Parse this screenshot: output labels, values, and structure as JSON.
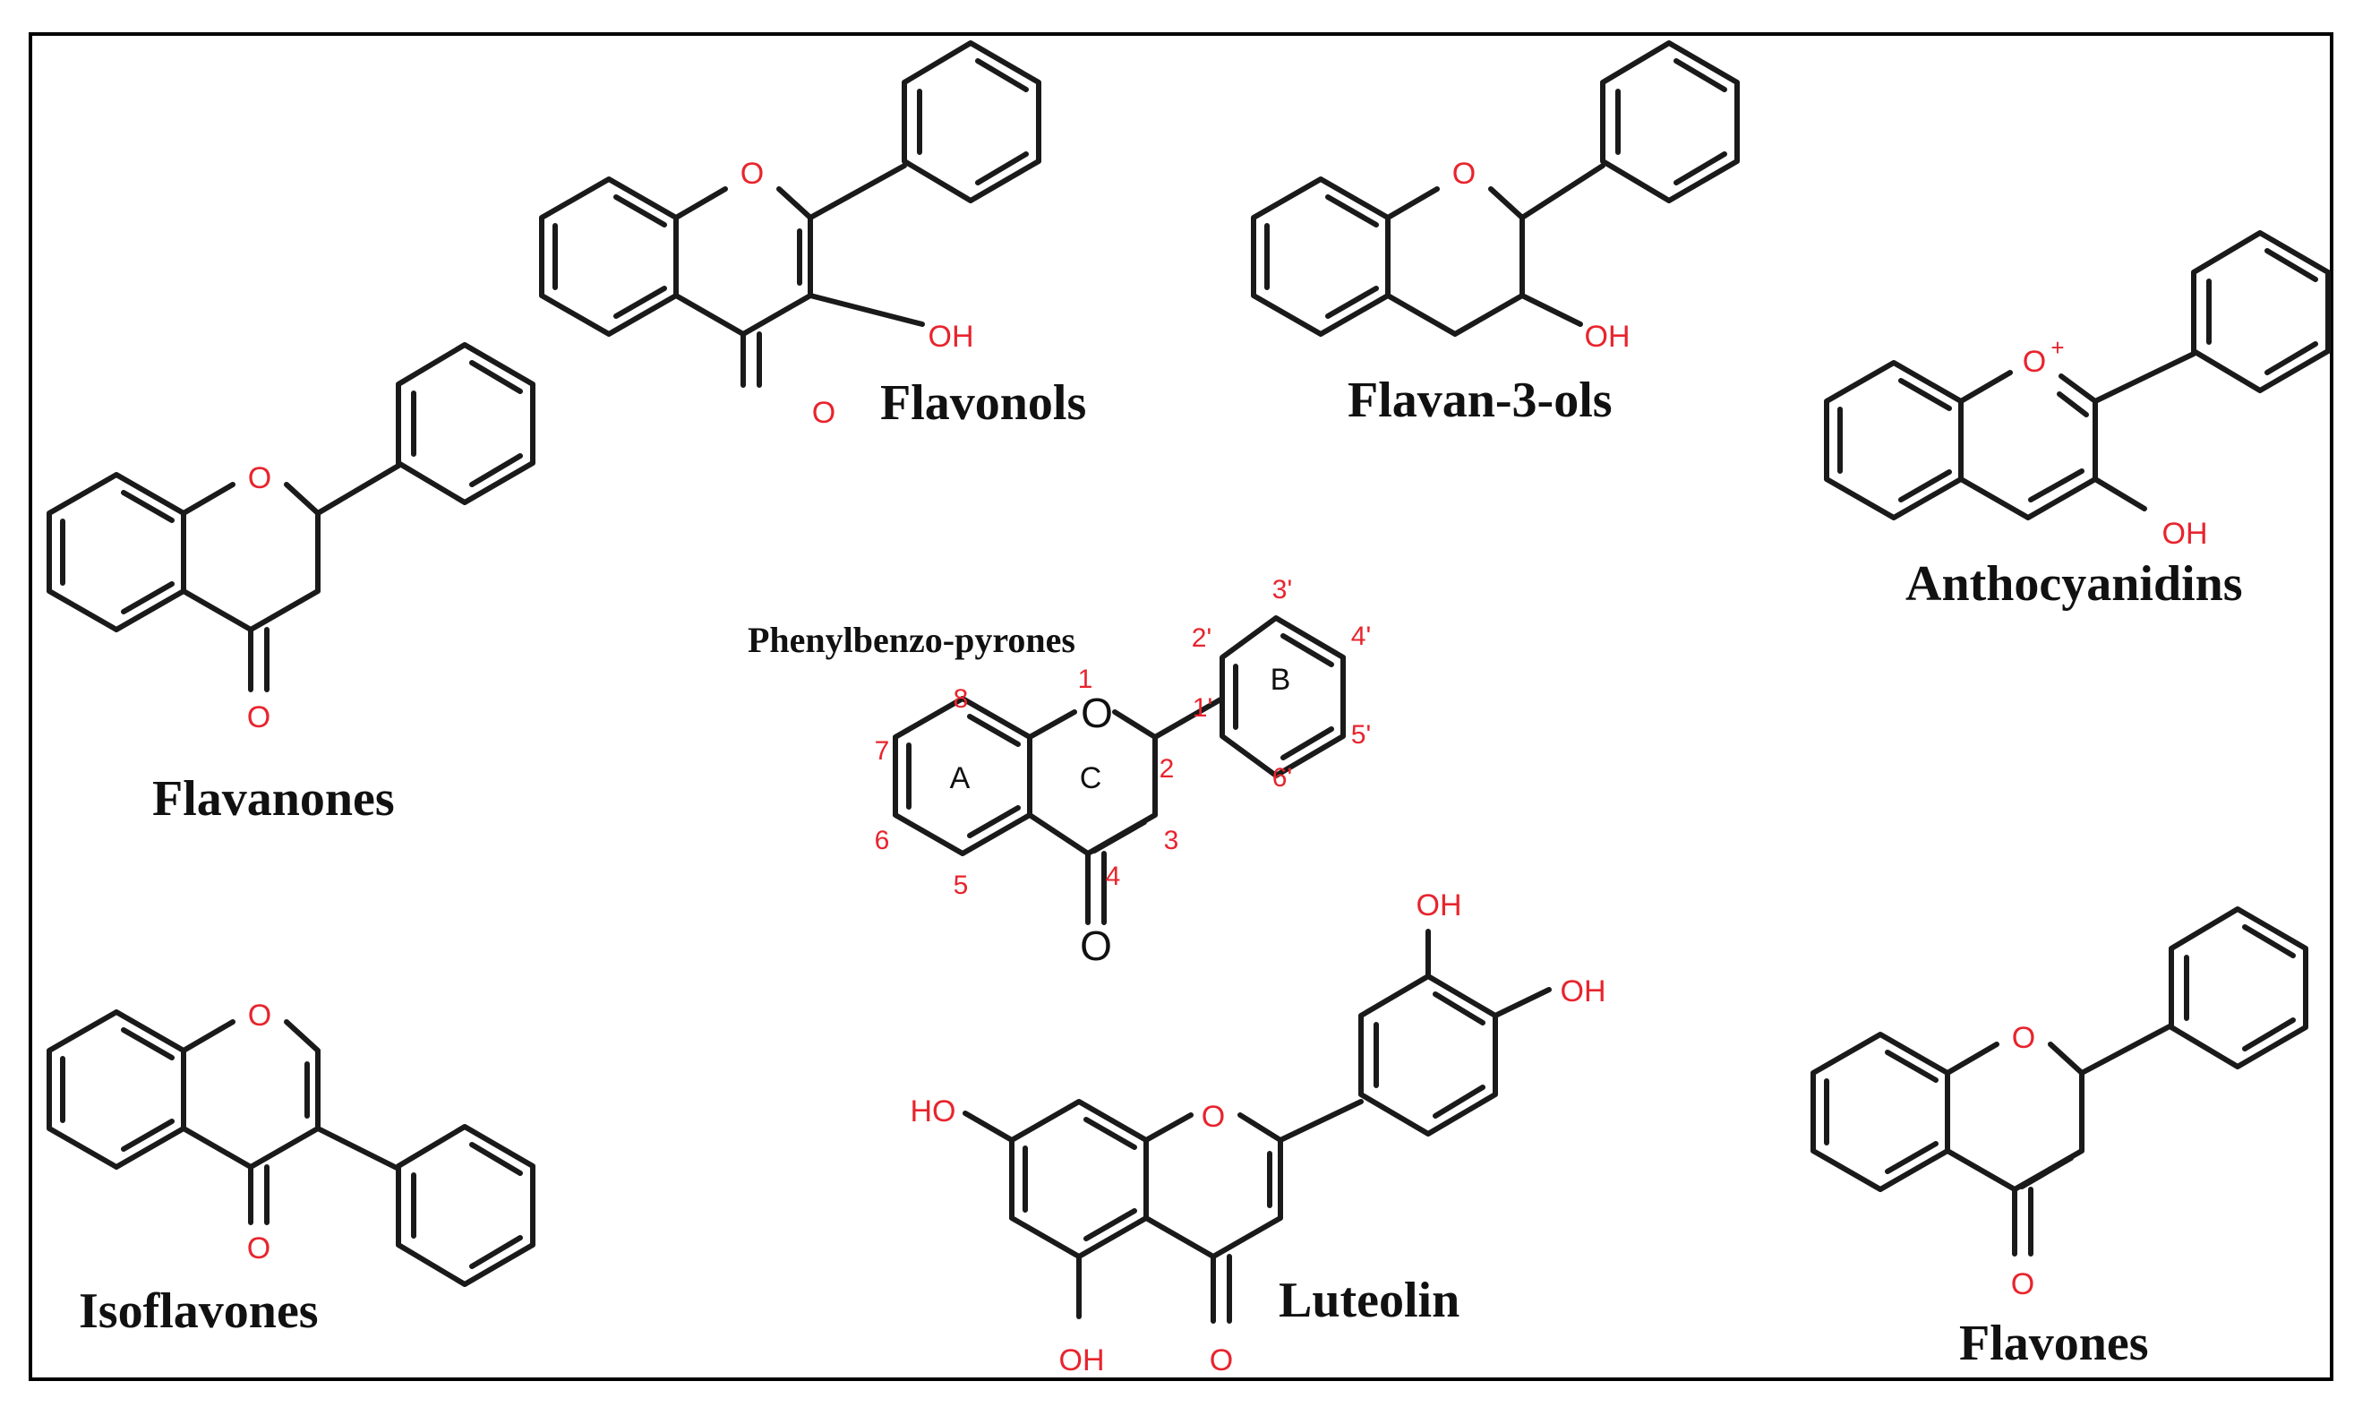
{
  "labels": {
    "flavonols": "Flavonols",
    "flavan3ols": "Flavan-3-ols",
    "anthocyanidins": "Anthocyanidins",
    "flavanones": "Flavanones",
    "phenylbenzopyrones": "Phenylbenzo-pyrones",
    "isoflavones": "Isoflavones",
    "luteolin": "Luteolin",
    "flavones": "Flavones"
  },
  "atoms": {
    "oxygen": "O",
    "oxonium": "O",
    "plus": "+",
    "hydroxyl": "OH",
    "hydroxyl_left": "HO"
  },
  "numbering": {
    "pos1": "1",
    "pos2": "2",
    "pos3": "3",
    "pos4": "4",
    "pos5": "5",
    "pos6": "6",
    "pos7": "7",
    "pos8": "8",
    "pos1p": "1'",
    "pos2p": "2'",
    "pos3p": "3'",
    "pos4p": "4'",
    "pos5p": "5'",
    "pos6p": "6'"
  },
  "rings": {
    "a": "A",
    "b": "B",
    "c": "C"
  },
  "colors": {
    "heteroatom": "#e8242d",
    "bond": "#1a1a1a",
    "frame": "#000000"
  }
}
